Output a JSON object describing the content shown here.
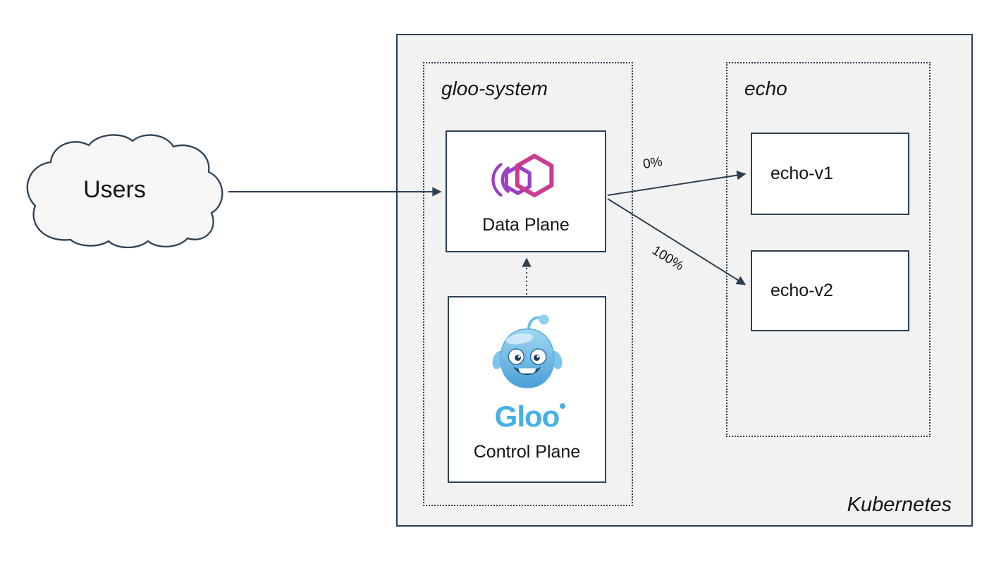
{
  "colors": {
    "stroke": "#2e4154",
    "kubernetes_bg": "#f2f2f2",
    "node_bg": "#ffffff",
    "cloud_bg": "#f7f7f7",
    "gateway_pink": "#c93c90",
    "gateway_purple": "#9c3fc4",
    "mascot_blue": "#4a9ed6",
    "wordmark_blue": "#45b0e6"
  },
  "external": {
    "users": {
      "label": "Users"
    }
  },
  "cluster": {
    "label": "Kubernetes",
    "namespaces": {
      "gloo_system": {
        "label": "gloo-system"
      },
      "echo": {
        "label": "echo"
      }
    }
  },
  "nodes": {
    "data_plane": {
      "label": "Data Plane"
    },
    "control_plane": {
      "label": "Control Plane",
      "wordmark": "Gloo"
    },
    "echo_v1": {
      "label": "echo-v1"
    },
    "echo_v2": {
      "label": "echo-v2"
    }
  },
  "edges": {
    "gateway_to_echo_v1": {
      "label": "0%"
    },
    "gateway_to_echo_v2": {
      "label": "100%"
    }
  }
}
